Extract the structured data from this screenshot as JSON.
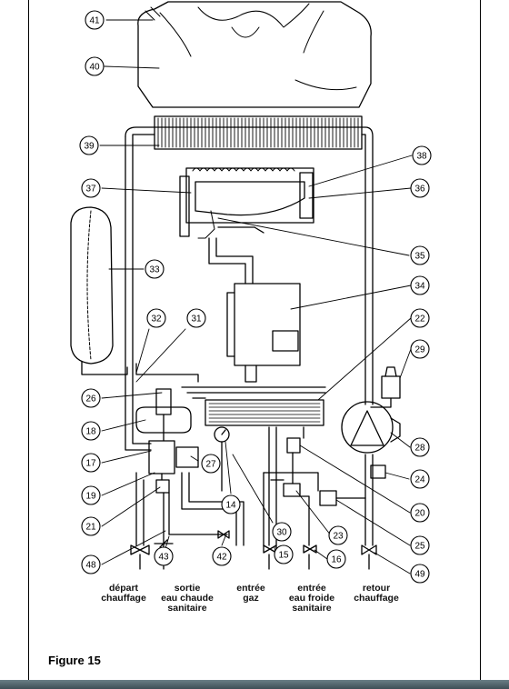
{
  "caption": "Figure 15",
  "connection_labels": [
    {
      "id": "depart-chauffage",
      "lines": [
        "départ",
        "chauffage"
      ]
    },
    {
      "id": "sortie-eau-chaude",
      "lines": [
        "sortie",
        "eau chaude",
        "sanitaire"
      ]
    },
    {
      "id": "entree-gaz",
      "lines": [
        "entrée",
        "gaz"
      ]
    },
    {
      "id": "entree-eau-froide",
      "lines": [
        "entrée",
        "eau froide",
        "sanitaire"
      ]
    },
    {
      "id": "retour-chauffage",
      "lines": [
        "retour",
        "chauffage"
      ]
    }
  ],
  "callouts": [
    "41",
    "40",
    "39",
    "38",
    "37",
    "36",
    "35",
    "34",
    "33",
    "32",
    "31",
    "22",
    "29",
    "26",
    "18",
    "17",
    "27",
    "28",
    "24",
    "19",
    "14",
    "21",
    "30",
    "20",
    "23",
    "25",
    "48",
    "43",
    "42",
    "15",
    "16",
    "49"
  ]
}
